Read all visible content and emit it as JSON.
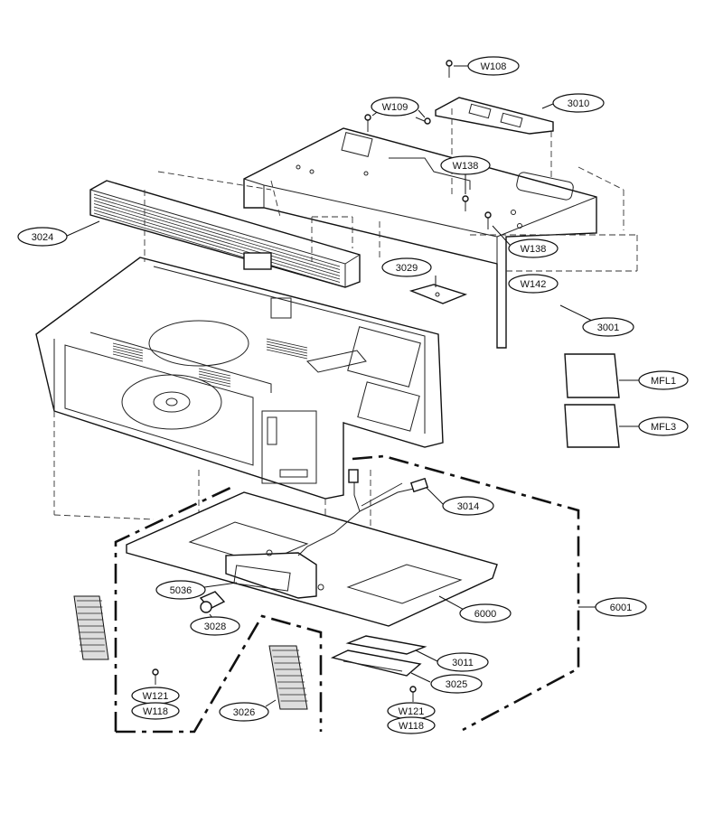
{
  "diagram": {
    "labels": {
      "w108": "W108",
      "w109": "W109",
      "p3010": "3010",
      "w138_top": "W138",
      "w138_side": "W138",
      "p3024": "3024",
      "p3029": "3029",
      "w142": "W142",
      "p3001": "3001",
      "mfl1": "MFL1",
      "mfl3": "MFL3",
      "p3014": "3014",
      "p5036": "5036",
      "p3028": "3028",
      "p6000": "6000",
      "p6001": "6001",
      "p3011": "3011",
      "p3025": "3025",
      "w121_left": "W121",
      "w118_left": "W118",
      "p3026": "3026",
      "w121_right": "W121",
      "w118_right": "W118"
    }
  }
}
